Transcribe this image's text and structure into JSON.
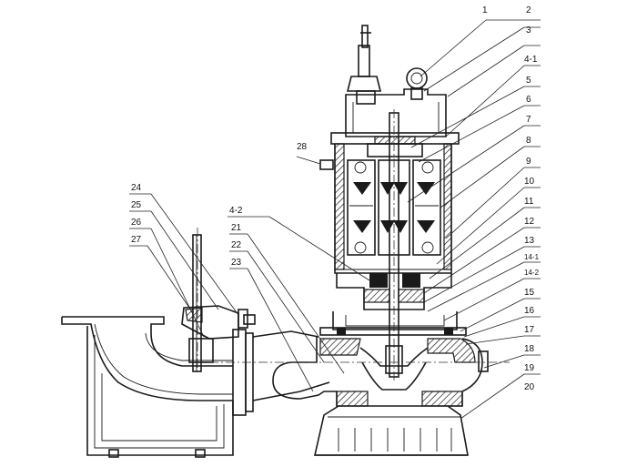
{
  "diagram": {
    "labels": {
      "l1": "1",
      "l2": "2",
      "l3": "3",
      "l4_1": "4-1",
      "l5": "5",
      "l6": "6",
      "l7": "7",
      "l8": "8",
      "l9": "9",
      "l10": "10",
      "l11": "11",
      "l12": "12",
      "l13": "13",
      "l14_1": "14-1",
      "l14_2": "14-2",
      "l15": "15",
      "l16": "16",
      "l17": "17",
      "l18": "18",
      "l19": "19",
      "l20": "20",
      "l21": "21",
      "l22": "22",
      "l23": "23",
      "l4_2": "4-2",
      "l24": "24",
      "l25": "25",
      "l26": "26",
      "l27": "27",
      "l28": "28"
    }
  }
}
